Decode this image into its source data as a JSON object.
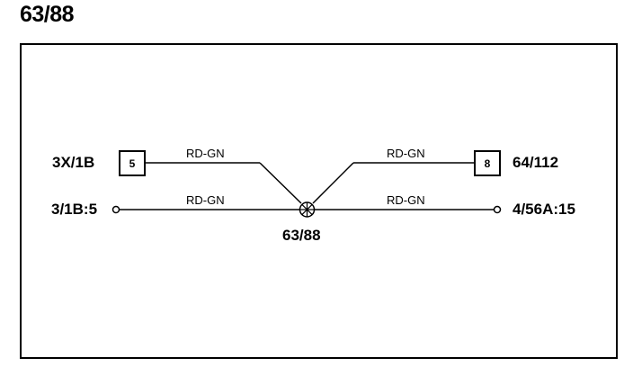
{
  "title": "63/88",
  "connectors": {
    "left_top": {
      "name": "3X/1B",
      "pin": "5"
    },
    "right_top": {
      "name": "64/112",
      "pin": "8"
    },
    "left_bottom": {
      "name": "3/1B:5"
    },
    "right_bottom": {
      "name": "4/56A:15"
    }
  },
  "splice": {
    "name": "63/88"
  },
  "wires": {
    "upper_left": "RD-GN",
    "upper_right": "RD-GN",
    "lower_left": "RD-GN",
    "lower_right": "RD-GN"
  }
}
